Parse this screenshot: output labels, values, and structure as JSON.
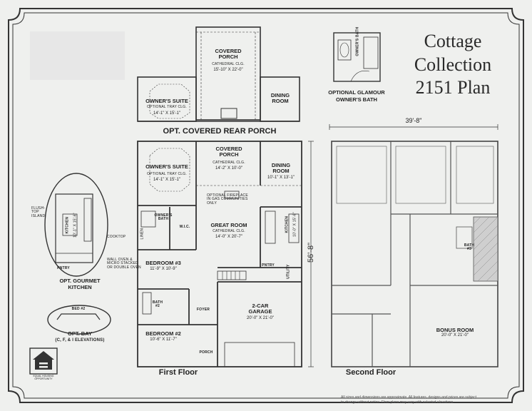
{
  "title": {
    "line1": "Cottage",
    "line2": "Collection",
    "line3": "2151 Plan"
  },
  "rear_porch_option": {
    "covered_porch": "COVERED\nPORCH",
    "covered_porch_note": "CATHEDRAL CLG.",
    "covered_porch_dim": "15'-10\" X 22'-0\"",
    "owners_suite": "OWNER'S SUITE",
    "owners_suite_note": "OPTIONAL TRAY CLG.",
    "owners_suite_dim": "14'-1\" X 15'-1\"",
    "dining_room": "DINING\nROOM",
    "label": "OPT. COVERED REAR PORCH"
  },
  "glamour_bath": {
    "label1": "OPTIONAL GLAMOUR",
    "label2": "OWNER'S BATH",
    "room": "OWNER'S BATH"
  },
  "first_floor": {
    "label": "First Floor",
    "width_dim": "39'-8\"",
    "depth_dim": "56'-8\"",
    "covered_porch": "COVERED\nPORCH",
    "covered_porch_note": "CATHEDRAL CLG.",
    "covered_porch_dim": "14'-2\" X 10'-0\"",
    "owners_suite": "OWNER'S SUITE",
    "owners_suite_note": "OPTIONAL TRAY CLG.",
    "owners_suite_dim": "14'-1\" X 15'-1\"",
    "dining_room": "DINING\nROOM",
    "dining_room_dim": "10'-1\" X 13'-1\"",
    "fireplace_note": "OPTIONAL FIREPLACE\nIN GAS COMMUNITIES\nONLY",
    "great_room": "GREAT ROOM",
    "great_room_note": "CATHEDRAL CLG.",
    "great_room_dim": "14'-0\" X 20'-7\"",
    "owners_bath": "OWNER'S\nBATH",
    "wic": "W.I.C.",
    "linen": "LINEN",
    "kitchen": "KITCHEN",
    "kitchen_dim": "10'-0\" X 15'-6\"",
    "bedroom3": "BEDROOM #3",
    "bedroom3_dim": "11'-9\" X 10'-9\"",
    "pantry": "PNTRY",
    "utility": "UTILITY",
    "bath2": "BATH\n#2",
    "foyer": "FOYER",
    "garage": "2-CAR\nGARAGE",
    "garage_dim": "20'-0\" X 21'-0\"",
    "bedroom2": "BEDROOM #2",
    "bedroom2_dim": "10'-6\" X 11'-7\"",
    "porch": "PORCH"
  },
  "gourmet_kitchen": {
    "label1": "OPT. GOURMET",
    "label2": "KITCHEN",
    "kitchen": "KITCHEN",
    "kitchen_dim": "10'-1\" X 15'-6\"",
    "flush_top_island": "FLUSH-TOP\nISLAND",
    "cooktop": "COOKTOP",
    "wall_oven_note": "WALL OVEN &\nMICRO STACKED\nOR DOUBLE OVEN",
    "pantry": "PNTRY"
  },
  "opt_bay": {
    "label1": "OPT. BAY",
    "label2": "(C, F, & I ELEVATIONS)",
    "bed": "BED #2"
  },
  "second_floor": {
    "label": "Second Floor",
    "bath3": "BATH\n#3",
    "bonus_room": "BONUS ROOM",
    "bonus_room_dim": "20'-0\" X 21'-0\""
  },
  "equal_housing": "EQUAL HOUSING\nOPPORTUNITY",
  "disclaimer1": "All sizes and dimensions are approximate. All features, designs and prices are subject",
  "disclaimer2": "to change without notice. Floor plans may vary with selected elevations."
}
